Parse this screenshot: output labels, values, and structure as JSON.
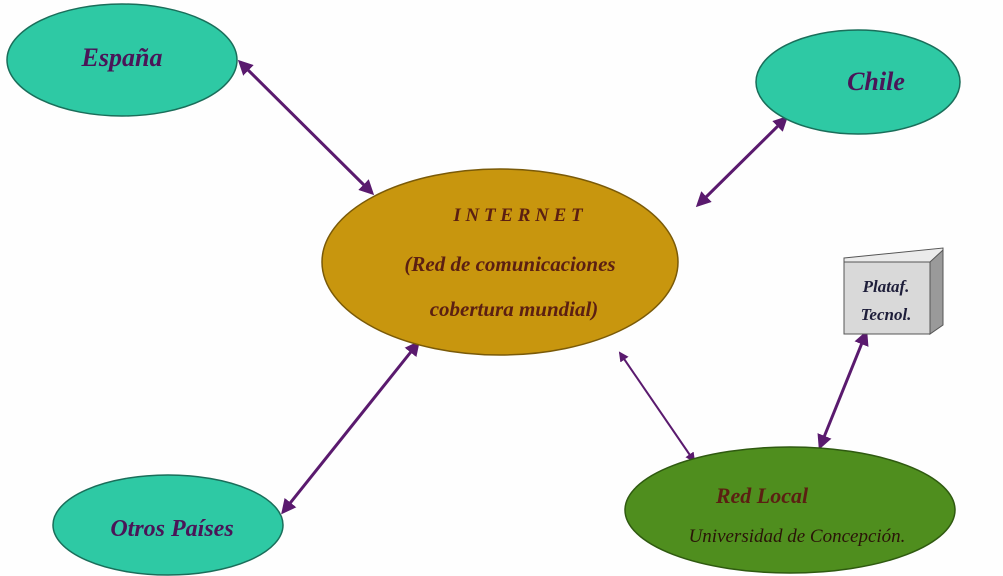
{
  "nodes": {
    "espana": {
      "label": "España",
      "color": "#2ec9a4"
    },
    "chile": {
      "label": "Chile",
      "color": "#2ec9a4"
    },
    "internet": {
      "title": "I N T E R N E T",
      "line1": "(Red de comunicaciones",
      "line2": "cobertura mundial)",
      "color": "#c8960e"
    },
    "otros": {
      "label": "Otros Países",
      "color": "#2ec9a4"
    },
    "red_local": {
      "title": "Red Local",
      "subtitle": "Universidad de Concepción.",
      "color": "#4f8e1e"
    },
    "plataforma": {
      "line1": "Plataf.",
      "line2": "Tecnol.",
      "color": "#d9d9d9"
    }
  },
  "colors": {
    "arrow": "#5a1a6e",
    "background": "#fefefe"
  }
}
